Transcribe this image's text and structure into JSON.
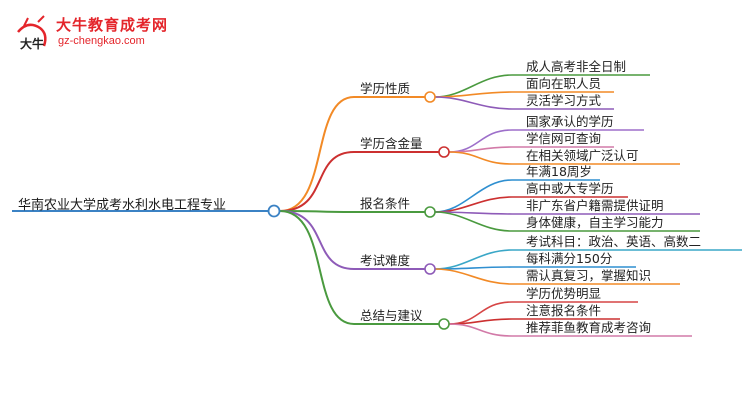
{
  "logo": {
    "title": "大牛教育成考网",
    "subtitle": "gz-chengkao.com",
    "mark_text": "大牛"
  },
  "root": {
    "label": "华南农业大学成考水利水电工程专业",
    "color": "#3b82c4"
  },
  "branches": [
    {
      "label": "学历性质",
      "color": "#f28a26",
      "children": [
        {
          "label": "成人高考非全日制",
          "color": "#4a9a3f"
        },
        {
          "label": "面向在职人员",
          "color": "#f28a26"
        },
        {
          "label": "灵活学习方式",
          "color": "#8e5bb8"
        }
      ]
    },
    {
      "label": "学历含金量",
      "color": "#cc3030",
      "children": [
        {
          "label": "国家承认的学历",
          "color": "#9d6fca"
        },
        {
          "label": "学信网可查询",
          "color": "#d27aa8"
        },
        {
          "label": "在相关领域广泛认可",
          "color": "#f28a26"
        }
      ]
    },
    {
      "label": "报名条件",
      "color": "#4a9a3f",
      "children": [
        {
          "label": "年满18周岁",
          "color": "#2f8fd0"
        },
        {
          "label": "高中或大专学历",
          "color": "#cc3030"
        },
        {
          "label": "非广东省户籍需提供证明",
          "color": "#8e5bb8"
        },
        {
          "label": "身体健康，自主学习能力",
          "color": "#4a9a3f"
        }
      ]
    },
    {
      "label": "考试难度",
      "color": "#8e5bb8",
      "children": [
        {
          "label": "考试科目：政治、英语、高数二",
          "color": "#3aa7c7"
        },
        {
          "label": "每科满分150分",
          "color": "#2f8fd0"
        },
        {
          "label": "需认真复习，掌握知识",
          "color": "#f28a26"
        }
      ]
    },
    {
      "label": "总结与建议",
      "color": "#4a9a3f",
      "children": [
        {
          "label": "学历优势明显",
          "color": "#d64545"
        },
        {
          "label": "注意报名条件",
          "color": "#cc3030"
        },
        {
          "label": "推荐菲鱼教育成考咨询",
          "color": "#d27aa8"
        }
      ]
    }
  ]
}
